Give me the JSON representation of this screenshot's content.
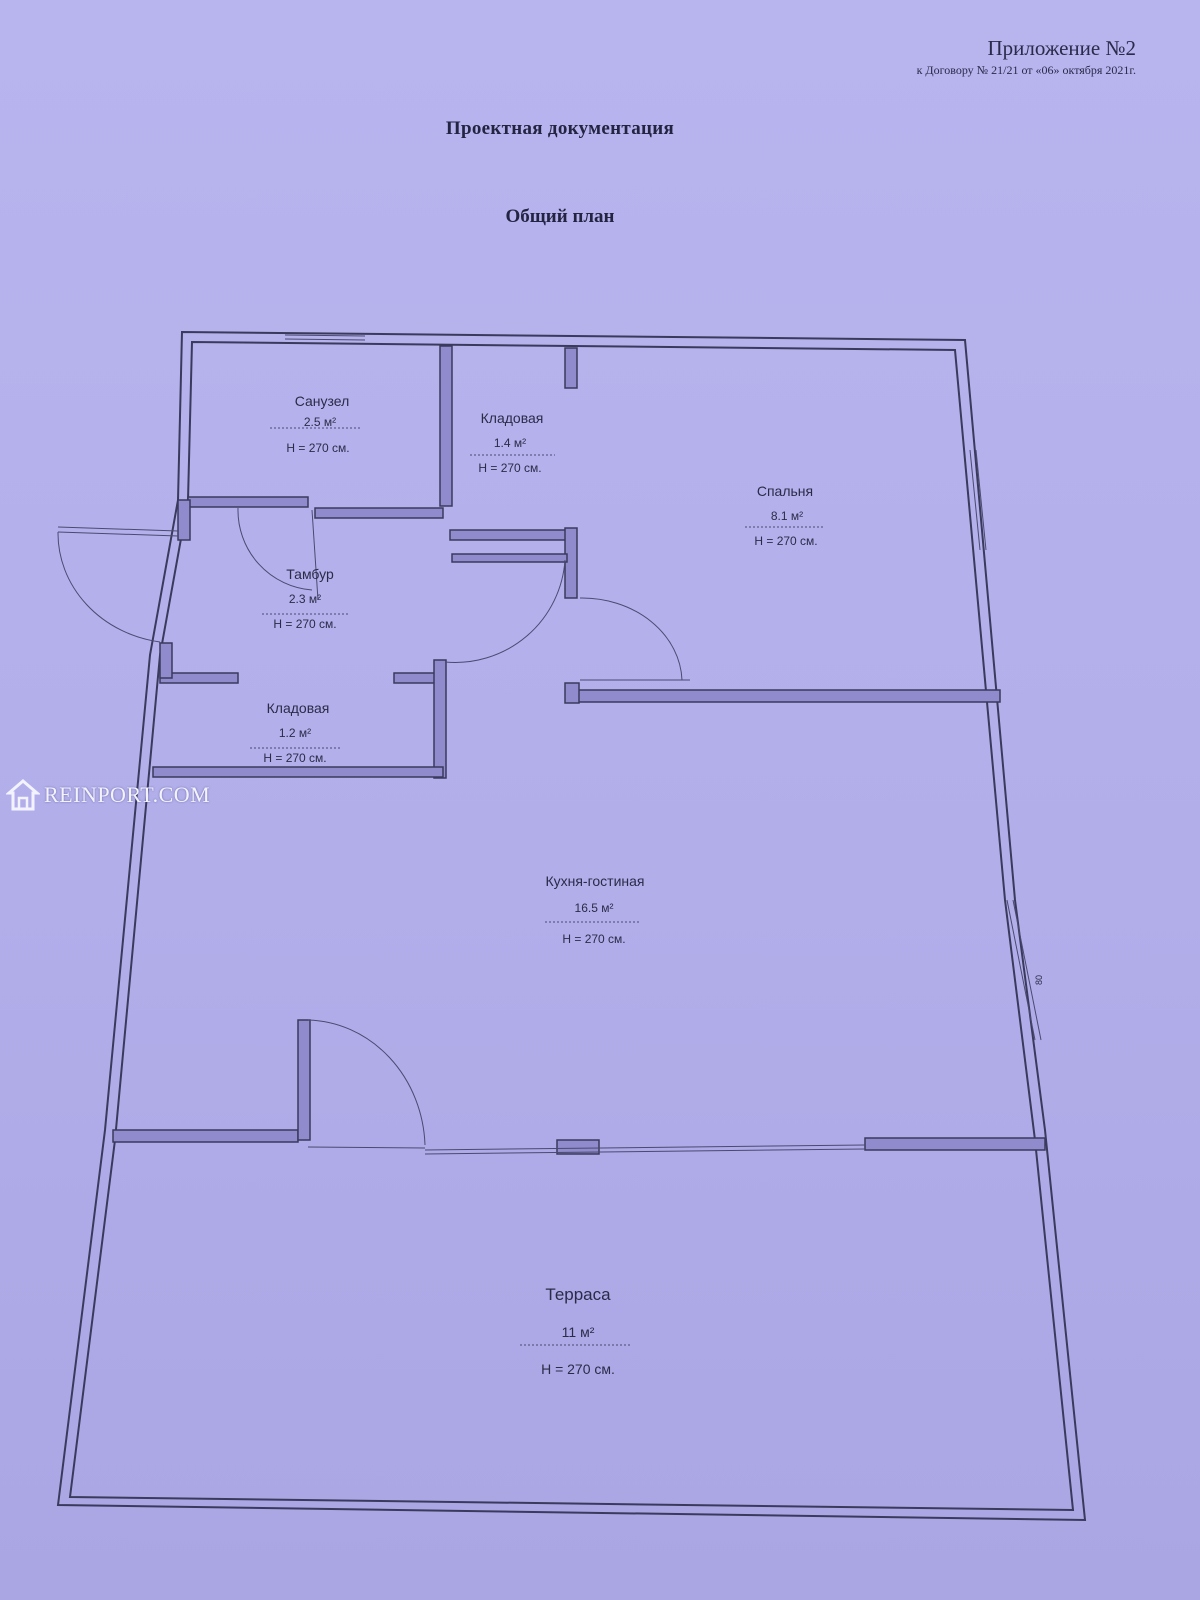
{
  "header": {
    "appendix_title": "Приложение №2",
    "appendix_sub": "к Договору № 21/21 от «06» октября 2021г."
  },
  "document": {
    "title": "Проектная документация",
    "plan_title": "Общий план"
  },
  "rooms": {
    "bathroom": {
      "name": "Санузел",
      "area": "2.5 м²",
      "height": "H = 270 см."
    },
    "storage_top": {
      "name": "Кладовая",
      "area": "1.4 м²",
      "height": "H = 270 см."
    },
    "bedroom": {
      "name": "Спальня",
      "area": "8.1 м²",
      "height": "H = 270 см."
    },
    "vestibule": {
      "name": "Тамбур",
      "area": "2.3 м²",
      "height": "H = 270 см."
    },
    "storage_bottom": {
      "name": "Кладовая",
      "area": "1.2 м²",
      "height": "H = 270 см."
    },
    "kitchen_living": {
      "name": "Кухня-гостиная",
      "area": "16.5 м²",
      "height": "H = 270 см."
    },
    "terrace": {
      "name": "Терраса",
      "area": "11 м²",
      "height": "H = 270 см."
    }
  },
  "dimensions": {
    "window_width": "80"
  },
  "watermark": {
    "text": "REINPORT.COM",
    "icon": "house-icon"
  },
  "colors": {
    "paper": "#b5b1ec",
    "ink": "#2b2b48"
  }
}
